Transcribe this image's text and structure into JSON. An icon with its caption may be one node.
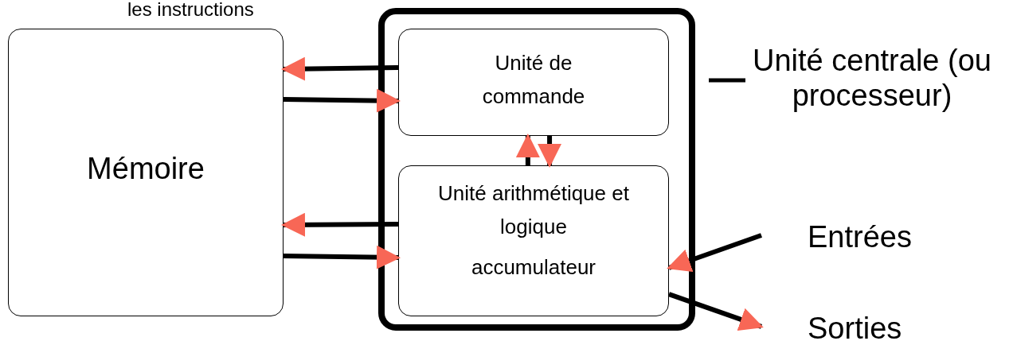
{
  "diagram": {
    "nodes": [
      {
        "text": [
          "Mémoire"
        ]
      },
      {
        "text": [
          "Unité centrale (ou processeur)"
        ]
      },
      {
        "text": [
          "Unité de commande"
        ],
        "in": 1
      },
      {
        "text": [
          "Unité arithmétique et logique",
          "accumulateur"
        ],
        "in": 1
      },
      {
        "text": [
          "Entrées"
        ]
      },
      {
        "text": [
          "Sorties"
        ]
      }
    ],
    "edges": [
      {
        "from": 2,
        "to": 0,
        "arrow": "to"
      },
      {
        "from": 0,
        "to": 2,
        "arrow": "to"
      },
      {
        "from": 3,
        "to": 2,
        "arrow": "to"
      },
      {
        "from": 2,
        "to": 3,
        "arrow": "to"
      },
      {
        "from": 3,
        "to": 0,
        "arrow": "to"
      },
      {
        "from": 0,
        "to": 3,
        "arrow": "to"
      },
      {
        "from": 4,
        "to": 3,
        "arrow": "to"
      },
      {
        "from": 3,
        "to": 5,
        "arrow": "to"
      }
    ],
    "labels": [
      "les instructions"
    ]
  }
}
